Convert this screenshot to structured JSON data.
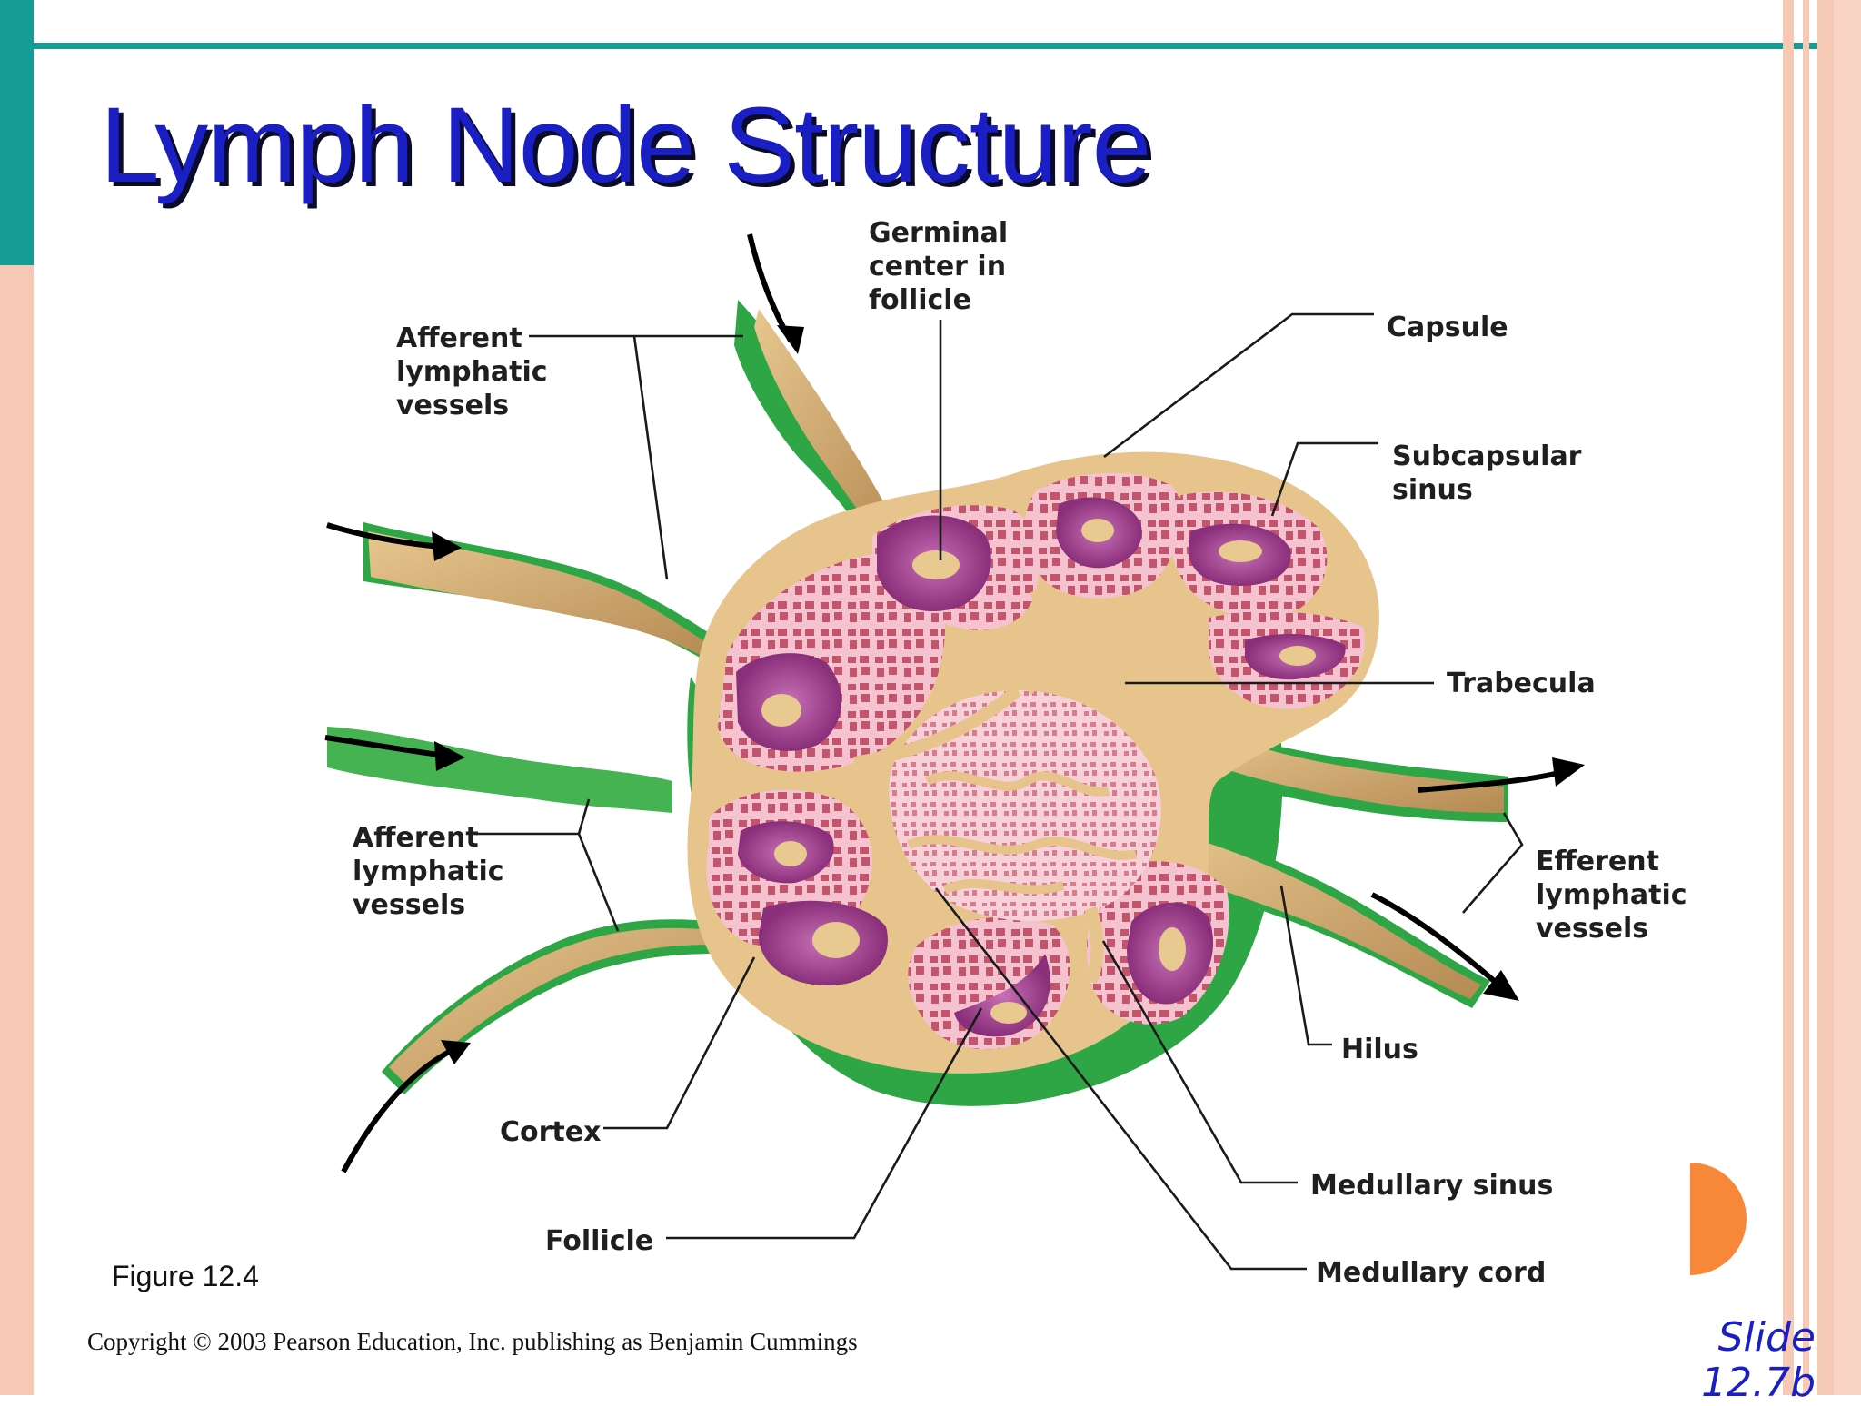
{
  "slide": {
    "title": "Lymph Node Structure",
    "figure_label": "Figure 12.4",
    "copyright": "Copyright © 2003 Pearson Education, Inc. publishing as Benjamin Cummings",
    "slide_number_line1": "Slide",
    "slide_number_line2": "12.7b"
  },
  "labels": {
    "germinal_1": "Germinal",
    "germinal_2": "center in",
    "germinal_3": "follicle",
    "afferent_top_1": "Afferent",
    "afferent_top_2": "lymphatic",
    "afferent_top_3": "vessels",
    "capsule": "Capsule",
    "subcapsular_1": "Subcapsular",
    "subcapsular_2": "sinus",
    "trabecula": "Trabecula",
    "afferent_low_1": "Afferent",
    "afferent_low_2": "lymphatic",
    "afferent_low_3": "vessels",
    "efferent_1": "Efferent",
    "efferent_2": "lymphatic",
    "efferent_3": "vessels",
    "hilus": "Hilus",
    "cortex": "Cortex",
    "medullary_sinus": "Medullary sinus",
    "follicle": "Follicle",
    "medullary_cord": "Medullary cord"
  },
  "colors": {
    "title": "#1a1fc4",
    "teal": "#159c97",
    "peach": "#f6c9b5",
    "orange": "#f7883a",
    "capsule_tan": "#e6c48c",
    "cortex_pink": "#f2c0cc",
    "follicle_purple": "#a1448e",
    "green": "#3aa84a"
  }
}
